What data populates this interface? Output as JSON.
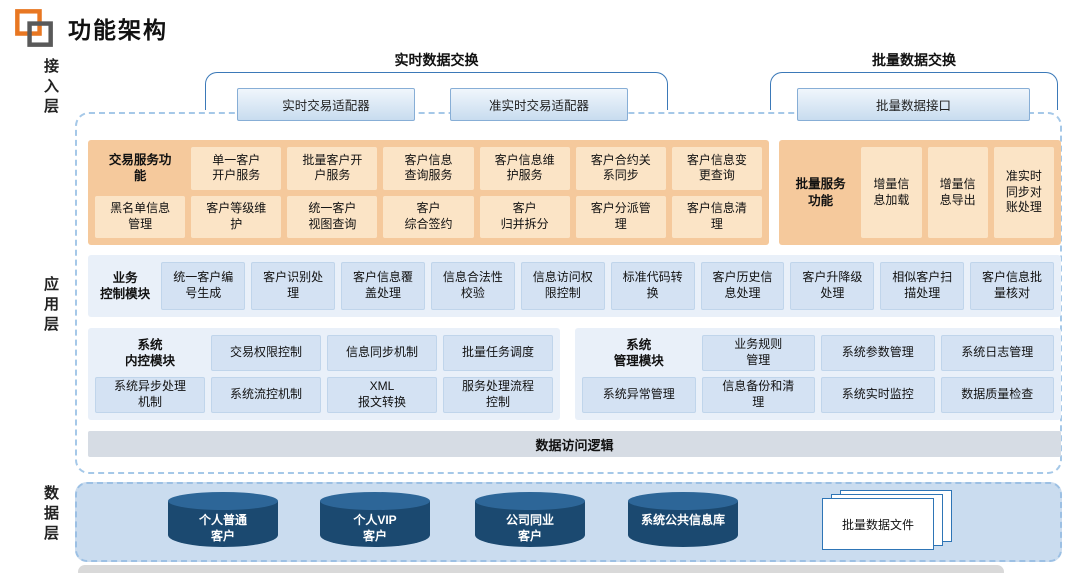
{
  "title": "功能架构",
  "layer_labels": {
    "access": "接入层",
    "application": "应用层",
    "data": "数据层"
  },
  "access_layer": {
    "realtime": {
      "label": "实时数据交换",
      "boxes": [
        "实时交易适配器",
        "准实时交易适配器"
      ]
    },
    "batch": {
      "label": "批量数据交换",
      "boxes": [
        "批量数据接口"
      ]
    }
  },
  "app_layer": {
    "txn": {
      "label": "交易服务功\n能",
      "row1": [
        "单一客户\n开户服务",
        "批量客户开\n户服务",
        "客户信息\n查询服务",
        "客户信息维\n护服务",
        "客户合约关\n系同步",
        "客户信息变\n更查询"
      ],
      "row2_first": "黑名单信息\n管理",
      "row2": [
        "客户等级维\n护",
        "统一客户\n视图查询",
        "客户\n综合签约",
        "客户\n归并拆分",
        "客户分派管\n理",
        "客户信息清\n理"
      ]
    },
    "batch_svc": {
      "label": "批量服务\n功能",
      "boxes": [
        "增量信\n息加载",
        "增量信\n息导出",
        "准实时\n同步对\n账处理"
      ]
    },
    "biz_ctrl": {
      "label": "业务\n控制模块",
      "boxes": [
        "统一客户编\n号生成",
        "客户识别处\n理",
        "客户信息覆\n盖处理",
        "信息合法性\n校验",
        "信息访问权\n限控制",
        "标准代码转\n换",
        "客户历史信\n息处理",
        "客户升降级\n处理",
        "相似客户扫\n描处理",
        "客户信息批\n量核对"
      ]
    },
    "int_ctrl": {
      "label": "系统\n内控模块",
      "row1": [
        "交易权限控制",
        "信息同步机制",
        "批量任务调度"
      ],
      "row2_first": "系统异步处理\n机制",
      "row2": [
        "系统流控机制",
        "XML\n报文转换",
        "服务处理流程\n控制"
      ]
    },
    "sys_mgmt": {
      "label": "系统\n管理模块",
      "row1": [
        "业务规则\n管理",
        "系统参数管理",
        "系统日志管理"
      ],
      "row2_first": "系统异常管理",
      "row2": [
        "信息备份和清\n理",
        "系统实时监控",
        "数据质量检查"
      ]
    },
    "data_access": "数据访问逻辑"
  },
  "data_layer": {
    "databases": [
      "个人普通\n客户",
      "个人VIP\n客户",
      "公司同业\n客户",
      "系统公共信息库"
    ],
    "file": "批量数据文件"
  },
  "icons": {
    "logo": "overlapping-squares-logo",
    "database": "database-cylinder",
    "batch_file": "document-stack"
  },
  "colors": {
    "orange_section": "#F5C99C",
    "orange_box": "#FBE4C6",
    "blue_section": "#E9F0F9",
    "blue_box": "#D4E2F3",
    "adapter_fill": "#D9E7F6",
    "bracket_line": "#3B79B8",
    "data_access_bar": "#D6DCE4",
    "data_layer_bg": "#CADCEF",
    "database_cylinder": "#1B4970",
    "logo_orange": "#E87722",
    "logo_gray": "#595959"
  }
}
